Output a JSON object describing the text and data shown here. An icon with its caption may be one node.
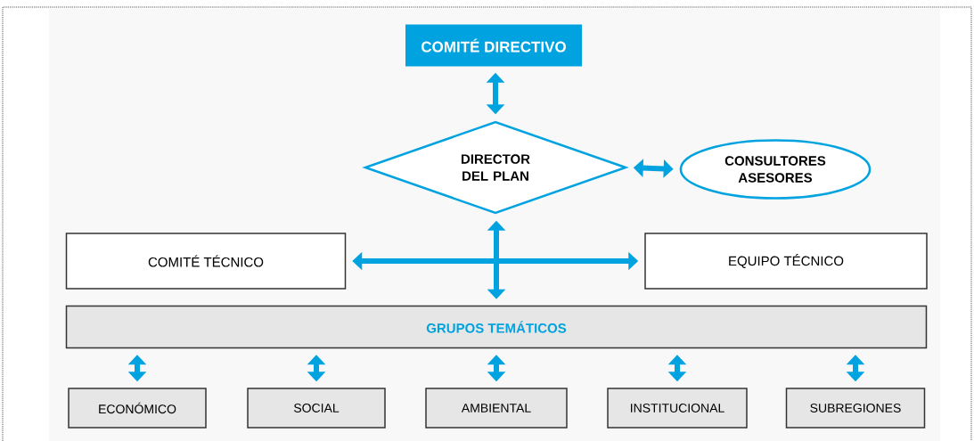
{
  "diagram": {
    "nodes": [
      {
        "text": [
          "COMITÉ DIRECTIVO"
        ]
      },
      {
        "text": [
          "DIRECTOR DEL PLAN"
        ]
      },
      {
        "text": [
          "CONSULTORES ASESORES"
        ]
      },
      {
        "text": [
          "COMITÉ TÉCNICO"
        ]
      },
      {
        "text": [
          "EQUIPO TÉCNICO"
        ]
      },
      {
        "text": [
          "GRUPOS TEMÁTICOS"
        ]
      },
      {
        "text": [
          "ECONÓMICO"
        ]
      },
      {
        "text": [
          "SOCIAL"
        ]
      },
      {
        "text": [
          "AMBIENTAL"
        ]
      },
      {
        "text": [
          "INSTITUCIONAL"
        ]
      },
      {
        "text": [
          "SUBREGIONES"
        ]
      }
    ],
    "edges": [
      {
        "from": 0,
        "to": 1,
        "arrow": "both"
      },
      {
        "from": 1,
        "to": 2,
        "arrow": "both"
      },
      {
        "from": 1,
        "to": 5,
        "arrow": "both"
      },
      {
        "from": 3,
        "to": 4,
        "arrow": "both"
      },
      {
        "from": 5,
        "to": 6,
        "arrow": "both"
      },
      {
        "from": 5,
        "to": 7,
        "arrow": "both"
      },
      {
        "from": 5,
        "to": 8,
        "arrow": "both"
      },
      {
        "from": 5,
        "to": 9,
        "arrow": "both"
      },
      {
        "from": 5,
        "to": 10,
        "arrow": "both"
      }
    ]
  }
}
